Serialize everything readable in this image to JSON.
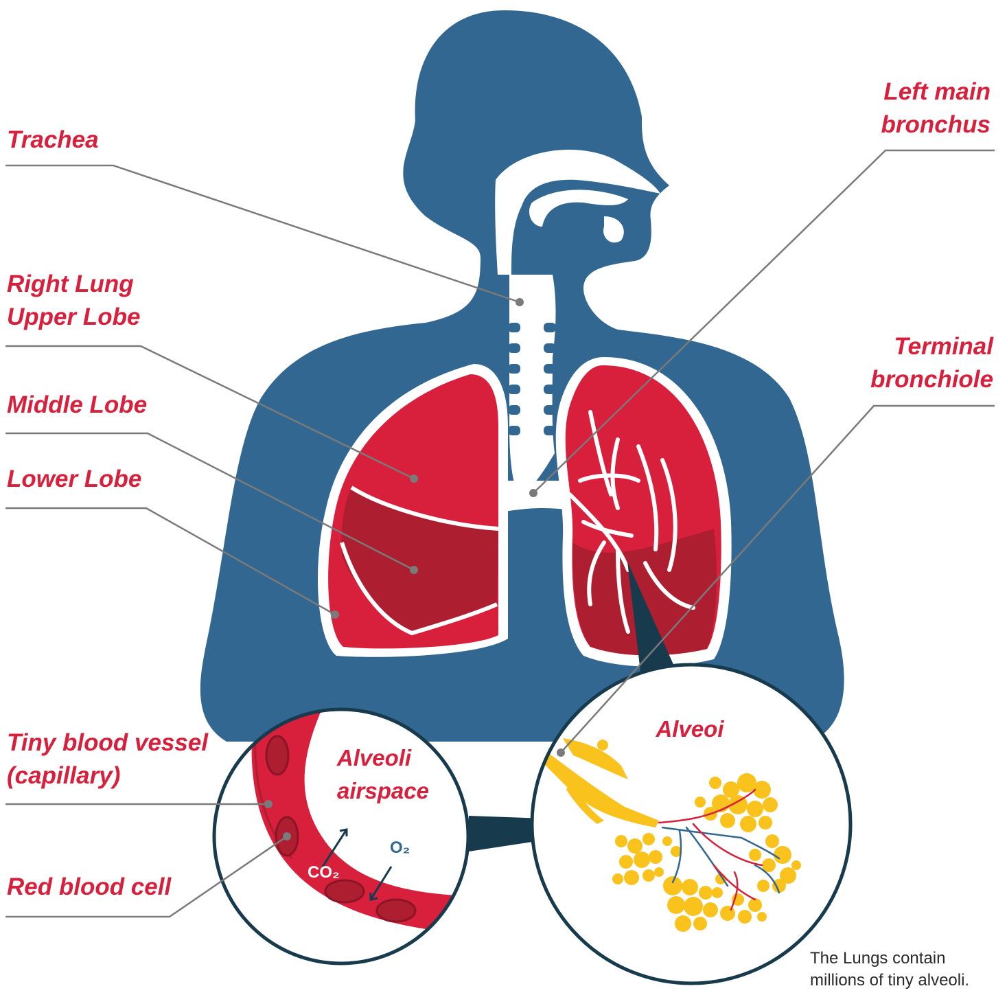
{
  "labels": {
    "trachea": "Trachea",
    "right_upper_lobe": [
      "Right Lung",
      "Upper Lobe"
    ],
    "middle_lobe": "Middle Lobe",
    "lower_lobe": "Lower Lobe",
    "left_main_bronchus": [
      "Left main",
      "bronchus"
    ],
    "terminal_bronchiole": [
      "Terminal",
      "bronchiole"
    ],
    "capillary": [
      "Tiny blood vessel",
      "(capillary)"
    ],
    "red_blood_cell": "Red blood cell",
    "alveoli_airspace": [
      "Alveoli",
      "airspace"
    ],
    "alveoi": "Alveoi",
    "co2": "CO₂",
    "o2": "O₂"
  },
  "caption": "The Lungs contain millions of tiny alveoli.",
  "colors": {
    "body": "#326791",
    "lung": "#d81f3c",
    "lung_dark": "#ad1e30",
    "label": "#d81f3c",
    "alveoli": "#f9c21c",
    "leader": "#7a7a7a",
    "circle_border": "#173a4d"
  }
}
